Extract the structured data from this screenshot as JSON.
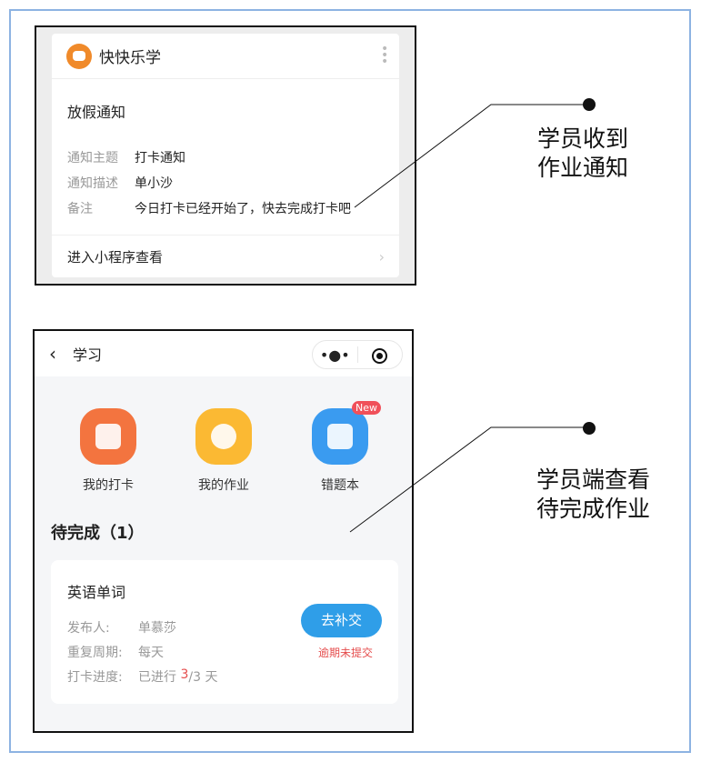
{
  "notification": {
    "app_name": "快快乐学",
    "title": "放假通知",
    "fields": [
      {
        "key": "通知主题",
        "value": "打卡通知"
      },
      {
        "key": "通知描述",
        "value": "单小沙"
      },
      {
        "key": "备注",
        "value": "今日打卡已经开始了，快去完成打卡吧"
      }
    ],
    "footer_link": "进入小程序查看"
  },
  "miniapp": {
    "nav_title": "学习",
    "shortcuts": [
      {
        "label": "我的打卡",
        "icon": "calendar-check-icon",
        "color": "#f3743f"
      },
      {
        "label": "我的作业",
        "icon": "alarm-clock-icon",
        "color": "#fbb933"
      },
      {
        "label": "错题本",
        "icon": "notebook-icon",
        "color": "#3a9bf0",
        "badge": "New"
      }
    ],
    "pending_title": "待完成（1）",
    "task": {
      "title": "英语单词",
      "publisher_label": "发布人:",
      "publisher": "单慕莎",
      "cycle_label": "重复周期:",
      "cycle": "每天",
      "progress_label": "打卡进度:",
      "progress_prefix": "已进行 ",
      "progress_done": "3",
      "progress_rest": "/3 天",
      "button": "去补交",
      "status": "逾期未提交"
    }
  },
  "annotations": {
    "first": [
      "学员收到",
      "作业通知"
    ],
    "second": [
      "学员端查看",
      "待完成作业"
    ]
  }
}
